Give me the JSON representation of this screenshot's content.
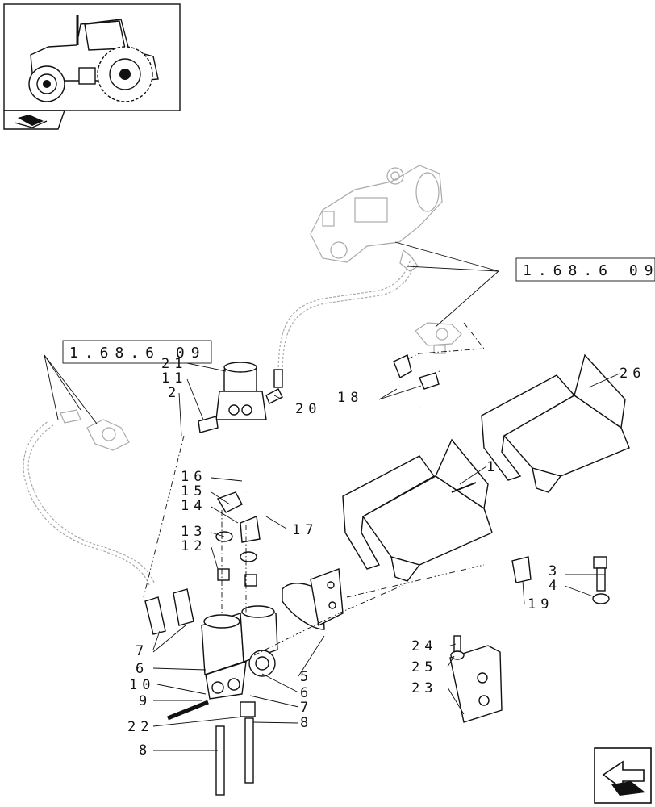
{
  "references": {
    "ref_right": "1.68.6 09",
    "ref_left": "1.68.6 09"
  },
  "callouts": {
    "c1": "1",
    "c2": "2",
    "c3": "3",
    "c4": "4",
    "c5": "5",
    "c6a": "6",
    "c6b": "6",
    "c7a": "7",
    "c7b": "7",
    "c8a": "8",
    "c8b": "8",
    "c9": "9",
    "c10": "10",
    "c11": "11",
    "c12": "12",
    "c13": "13",
    "c14": "14",
    "c15": "15",
    "c16": "16",
    "c17": "17",
    "c18": "18",
    "c19": "19",
    "c20": "20",
    "c21": "21",
    "c22": "22",
    "c23": "23",
    "c24": "24",
    "c25": "25",
    "c26": "26"
  },
  "icons": {
    "thumbnail": "tractor-thumbnail-icon",
    "section_marker": "book-section-icon",
    "navigation": "next-page-arrow-icon"
  }
}
